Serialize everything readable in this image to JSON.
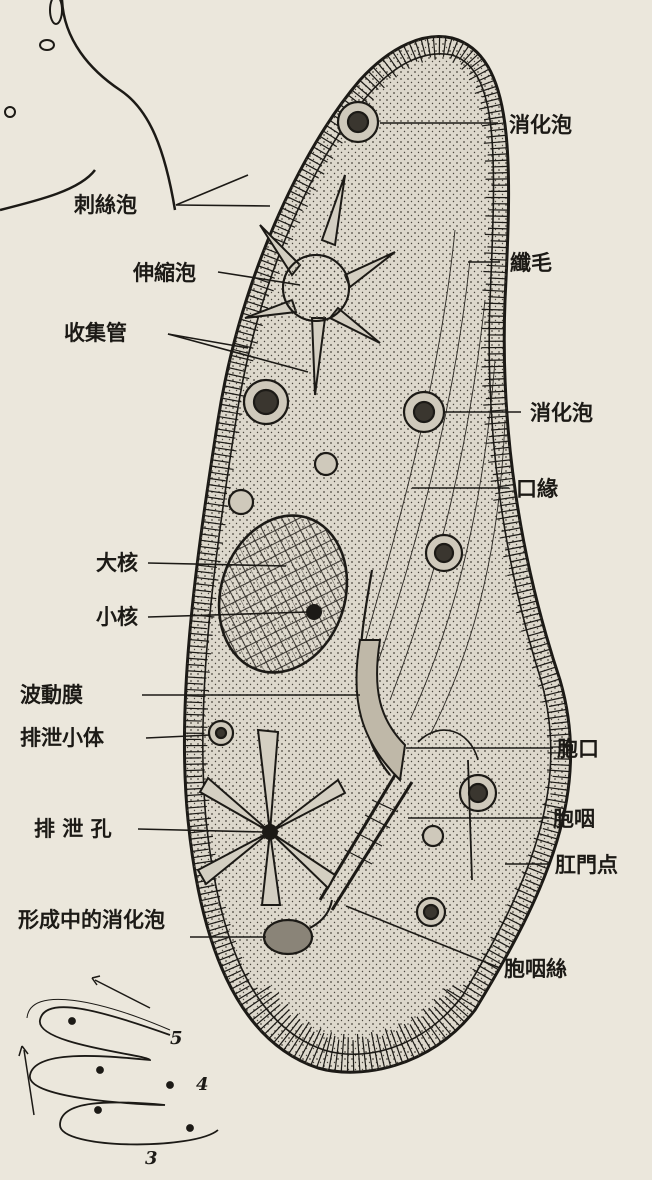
{
  "labels": {
    "food_vacuole_top": "消化泡",
    "trichocyst": "刺絲泡",
    "cilia": "纖毛",
    "contractile_vacuole": "伸縮泡",
    "collecting_canals": "收集管",
    "food_vacuole_mid": "消化泡",
    "oral_groove": "口緣",
    "macronucleus": "大核",
    "micronucleus": "小核",
    "undulating_membrane": "波動膜",
    "excretory_granule": "排泄小体",
    "cytostome": "胞口",
    "cytopharynx": "胞咽",
    "excretory_pore": "排 泄 孔",
    "cytoproct": "肛門点",
    "forming_food_vacuole": "形成中的消化泡",
    "pharyngeal_fibers": "胞咽絲"
  },
  "inset_numbers": {
    "n5": "5",
    "n4": "4",
    "n3": "3"
  },
  "colors": {
    "background": "#ebe7dc",
    "ink": "#1c1a16",
    "stipple": "#4a463d"
  }
}
